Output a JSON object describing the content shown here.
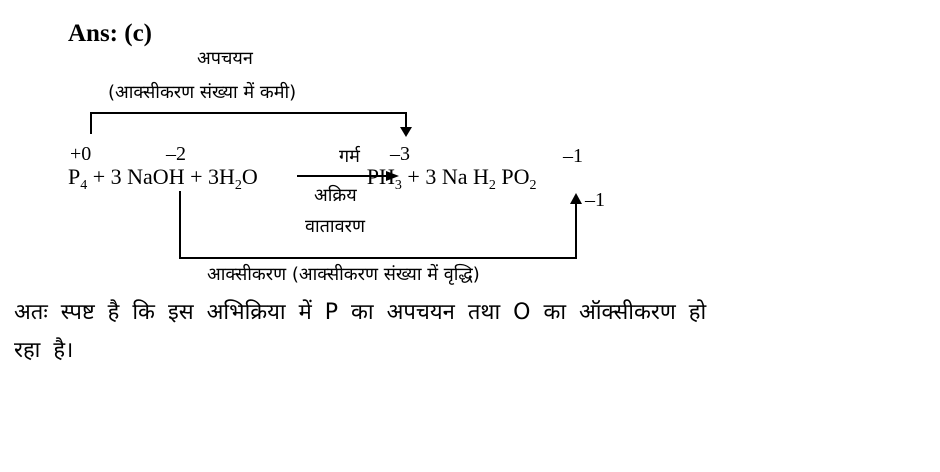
{
  "answer": "Ans: (c)",
  "reduction": {
    "label": "अपचयन",
    "sublabel": "(आक्सीकरण संख्या में कमी)"
  },
  "oxidation_states": {
    "p4": "+0",
    "naoh": "–2",
    "ph3": "–3",
    "po2_top": "–1",
    "po2_side": "–1"
  },
  "equation": {
    "reactant1": "P",
    "reactant1_sub": "4",
    "plus1": " + 3 NaOH + 3H",
    "water_sub": "2",
    "water_o": "O",
    "product1": "PH",
    "product1_sub": "3",
    "plus2": " + 3 Na H",
    "nah2_sub": "2",
    "product2": " PO",
    "po2_sub": "2"
  },
  "conditions": {
    "above": "गर्म",
    "below1": "अक्रिय",
    "below2": "वातावरण"
  },
  "oxidation": {
    "label": "आक्सीकरण (आक्सीकरण संख्या में वृद्धि)"
  },
  "conclusion": "अतः स्पष्ट है कि इस अभिक्रिया में P का अपचयन तथा O का ऑक्सीकरण हो रहा है।"
}
